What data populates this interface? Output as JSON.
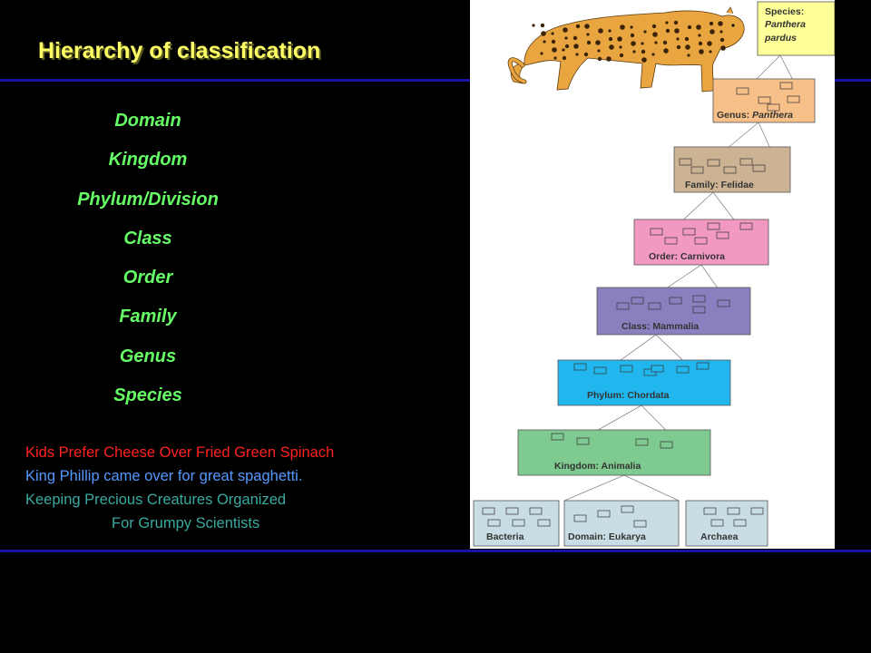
{
  "title": "Hierarchy of classification",
  "levels": [
    "Domain",
    "Kingdom",
    "Phylum/Division",
    "Class",
    "Order",
    "Family",
    "Genus",
    "Species"
  ],
  "mnemonics": [
    {
      "text": "Kids Prefer Cheese Over Fried Green Spinach",
      "color": "#ff2222"
    },
    {
      "text": "King Phillip came over for great spaghetti.",
      "color": "#5599ff"
    },
    {
      "text": "Keeping Precious Creatures Organized",
      "color": "#3aaaa0"
    },
    {
      "text": "For Grumpy Scientists",
      "color": "#3aaaa0"
    }
  ],
  "diagram": {
    "species": {
      "prefix": "Species:",
      "italic1": "Panthera",
      "italic2": "pardus"
    },
    "genus": {
      "prefix": "Genus: ",
      "italic": "Panthera"
    },
    "family": "Family: Felidae",
    "order": "Order: Carnivora",
    "class": "Class: Mammalia",
    "phylum": "Phylum: Chordata",
    "kingdom": "Kingdom: Animalia",
    "domains": [
      "Bacteria",
      "Domain: Eukarya",
      "Archaea"
    ]
  },
  "colors": {
    "species": "#ffff99",
    "genus": "#f7c088",
    "family": "#cbb394",
    "order": "#f299c2",
    "class": "#8c7fc0",
    "phylum": "#22b6ee",
    "kingdom": "#7fca90",
    "domain": "#c9dde4",
    "leopard": "#e9a640"
  }
}
